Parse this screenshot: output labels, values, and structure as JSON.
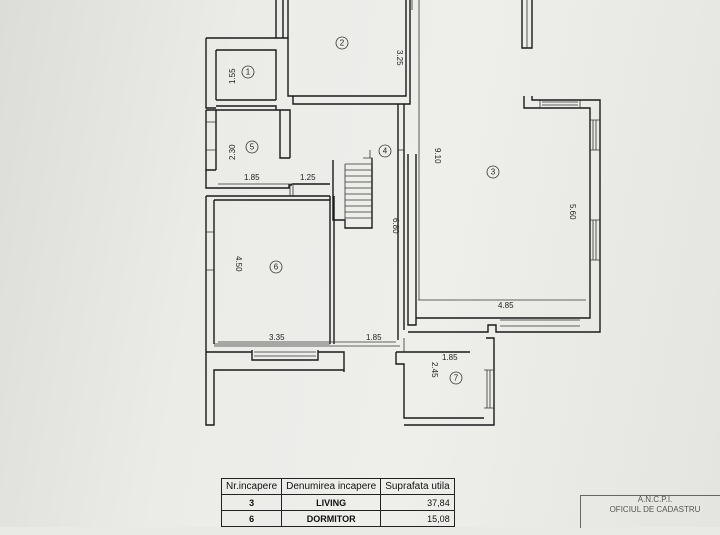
{
  "plan": {
    "rooms": [
      {
        "id": "room-1",
        "label": "1"
      },
      {
        "id": "room-2",
        "label": "2"
      },
      {
        "id": "room-3",
        "label": "3"
      },
      {
        "id": "room-4",
        "label": "4"
      },
      {
        "id": "room-5",
        "label": "5"
      },
      {
        "id": "room-6",
        "label": "6"
      },
      {
        "id": "room-7",
        "label": "7"
      }
    ],
    "dimensions": {
      "d155": "1.55",
      "d325": "3.25",
      "d230": "2.30",
      "d185a": "1.85",
      "d125": "1.25",
      "d910": "9.10",
      "d560": "5.60",
      "d680": "6.80",
      "d450": "4.50",
      "d485": "4.85",
      "d335": "3.35",
      "d185b": "1.85",
      "d185c": "1.85",
      "d245": "2.45"
    }
  },
  "table": {
    "headers": [
      "Nr.incapere",
      "Denumirea incapere",
      "Suprafata utila"
    ],
    "rows": [
      {
        "nr": "3",
        "name": "LIVING",
        "area": "37,84"
      },
      {
        "nr": "6",
        "name": "DORMITOR",
        "area": "15,08"
      }
    ]
  },
  "stamp": {
    "line1": "A.N.C.P.I.",
    "line2": "OFICIUL DE CADASTRU"
  }
}
